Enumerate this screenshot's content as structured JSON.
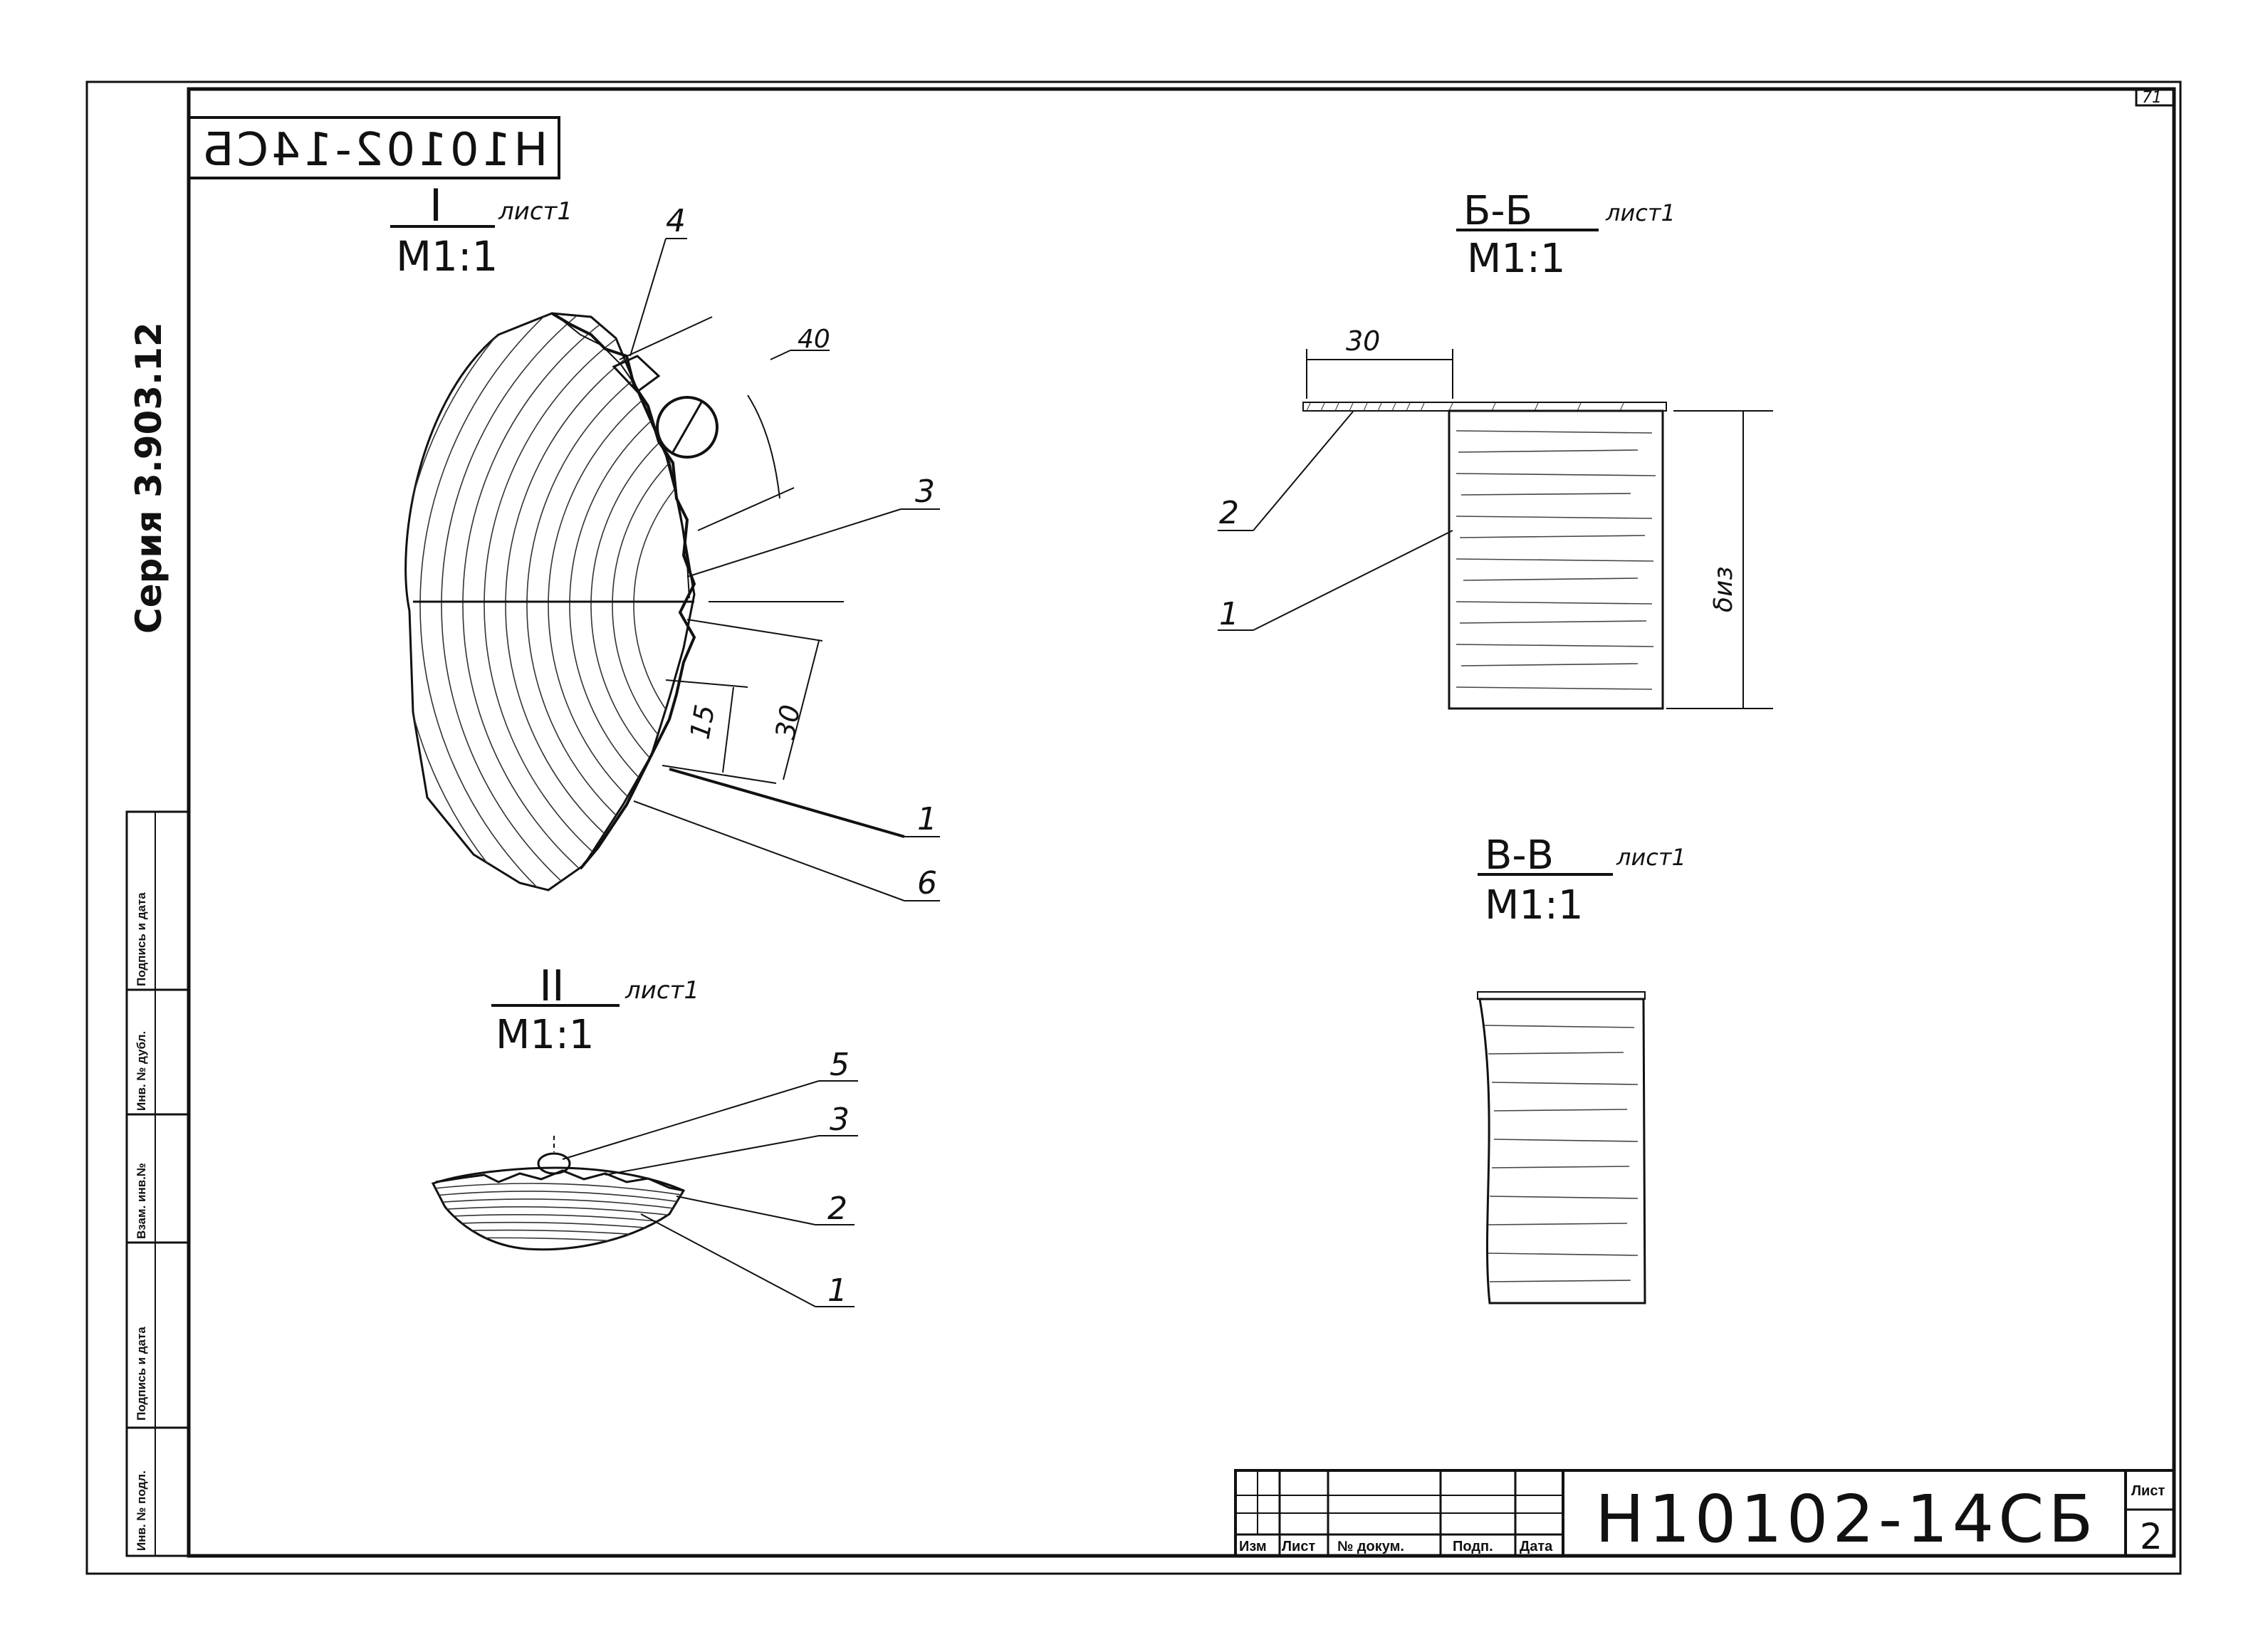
{
  "sheet_corner_number": "71",
  "mirrored_stamp": "Н10102-14СБ",
  "series_label": "Серия  3.903.12",
  "side_stamp_cells": [
    "Инв. № подл.",
    "Подпись и дата",
    "Взам. инв.№",
    "Инв. № дубл.",
    "Подпись и дата"
  ],
  "views": {
    "view1": {
      "numeral": "I",
      "sheet_ref": "лист1",
      "scale": "М1:1",
      "callouts": [
        "4",
        "3",
        "1",
        "6"
      ],
      "dims": [
        "40",
        "15",
        "30"
      ]
    },
    "view2": {
      "numeral": "II",
      "sheet_ref": "лист1",
      "scale": "М1:1",
      "callouts": [
        "5",
        "3",
        "2",
        "1"
      ]
    },
    "section_bb": {
      "title": "Б-Б",
      "sheet_ref": "лист1",
      "scale": "М1:1",
      "callouts": [
        "2",
        "1"
      ],
      "dims": [
        "30",
        "δиз"
      ]
    },
    "section_vv": {
      "title": "В-В",
      "sheet_ref": "лист1",
      "scale": "М1:1"
    }
  },
  "title_block": {
    "headers": [
      "Изм",
      "Лист",
      "№ докум.",
      "Подп.",
      "Дата"
    ],
    "designation": "Н10102-14СБ",
    "sheet_label": "Лист",
    "sheet_number": "2"
  }
}
